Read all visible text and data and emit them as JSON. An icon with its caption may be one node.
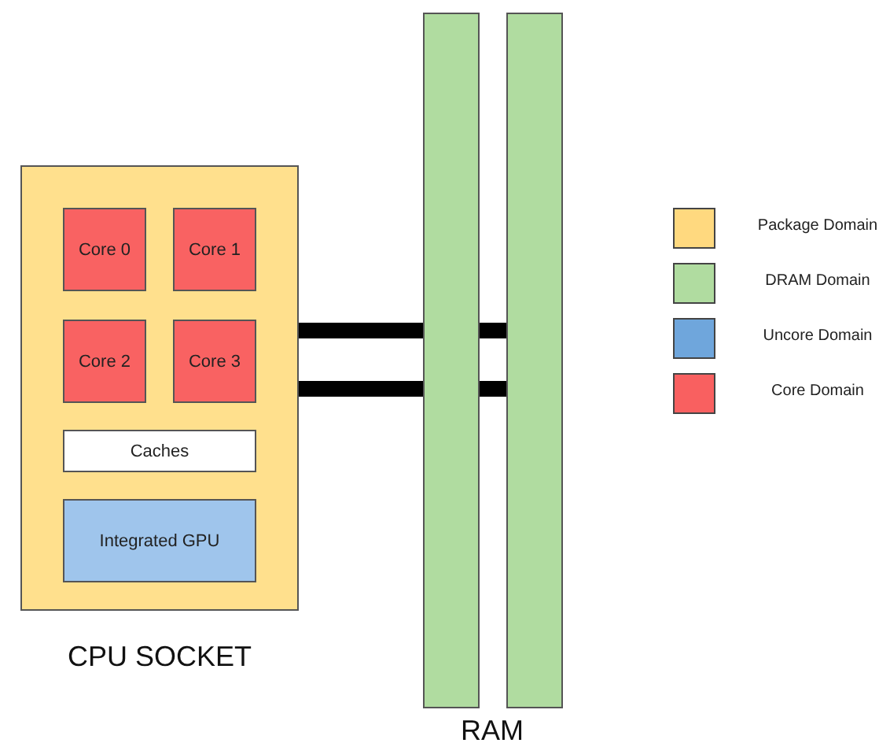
{
  "diagram": {
    "nodes": [
      {
        "text": [
          "CPU SOCKET"
        ]
      },
      {
        "text": [
          "Core 0"
        ],
        "in": 0
      },
      {
        "text": [
          "Core 1"
        ],
        "in": 0
      },
      {
        "text": [
          "Core 2"
        ],
        "in": 0
      },
      {
        "text": [
          "Core 3"
        ],
        "in": 0
      },
      {
        "text": [
          "Caches"
        ],
        "in": 0
      },
      {
        "text": [
          "Integrated GPU"
        ],
        "in": 0
      },
      {
        "text": [],
        "shape": "bar"
      },
      {
        "text": [],
        "shape": "bar"
      }
    ],
    "edges": [
      {
        "from": 0,
        "to": 7,
        "arrow": "none"
      },
      {
        "from": 7,
        "to": 8,
        "arrow": "none"
      },
      {
        "from": 0,
        "to": 7,
        "arrow": "none"
      },
      {
        "from": 7,
        "to": 8,
        "arrow": "none"
      }
    ],
    "labels": [
      "RAM"
    ],
    "legend": [
      {
        "text": "Package Domain",
        "color": "#ffd97f"
      },
      {
        "text": "DRAM Domain",
        "color": "#b0dca0"
      },
      {
        "text": "Uncore Domain",
        "color": "#6fa6dc"
      },
      {
        "text": "Core Domain",
        "color": "#f96060"
      }
    ]
  }
}
